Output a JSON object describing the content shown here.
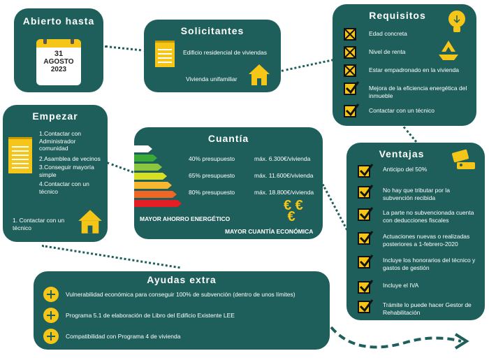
{
  "abierto": {
    "title": "Abierto hasta",
    "day": "31",
    "month": "AGOSTO",
    "year": "2023"
  },
  "solicitantes": {
    "title": "Solicitantes",
    "item1": "Edificio residencial de viviendas",
    "item2": "Vivienda unifamiliar"
  },
  "requisitos": {
    "title": "Requisitos",
    "items": [
      {
        "label": "Edad concreta",
        "state": "cross"
      },
      {
        "label": "Nivel de renta",
        "state": "cross"
      },
      {
        "label": "Estar empadronado en la vivienda",
        "state": "cross"
      },
      {
        "label": "Mejora de la eficiencia energética del inmueble",
        "state": "check"
      },
      {
        "label": "Contactar con un técnico",
        "state": "check"
      }
    ]
  },
  "empezar": {
    "title": "Empezar",
    "steps": [
      "1.Contactar con Administrador comunidad",
      "2.Asamblea de vecinos",
      "3.Conseguir mayoría simple",
      "4.Contactar con un técnico"
    ],
    "note": "1. Contactar con un técnico"
  },
  "cuantia": {
    "title": "Cuantía",
    "rows": [
      {
        "pct": "40% presupuesto",
        "max": "máx. 6.300€/vivienda"
      },
      {
        "pct": "65% presupuesto",
        "max": "máx. 11.600€/vivienda"
      },
      {
        "pct": "80% presupuesto",
        "max": "máx. 18.800€/vivienda"
      }
    ],
    "label1": "MAYOR AHORRO ENERGÉTICO",
    "label2": "MAYOR CUANTÍA ECONÓMICA",
    "bar_colors": [
      "#ffffff",
      "#3aa935",
      "#8cc63f",
      "#d7df23",
      "#f7b731",
      "#f26522",
      "#e31e24"
    ]
  },
  "ventajas": {
    "title": "Ventajas",
    "items": [
      "Anticipo del 50%",
      "No hay que tributar por la subvención recibida",
      "La parte no subvencionada cuenta con deducciones fiscales",
      "Actuaciones nuevas o realizadas posteriores a 1-febrero-2020",
      "Incluye los honorarios del técnico y gastos de gestión",
      "Incluye el IVA",
      "Trámite lo puede hacer Gestor de Rehabilitación"
    ]
  },
  "ayudas": {
    "title": "Ayudas extra",
    "items": [
      "Vulnerabilidad económica para conseguir 100% de subvención (dentro de unos límites)",
      "Programa 5.1 de elaboración de Libro del Edificio Existente LEE",
      "Compatibilidad con Programa 4 de vivienda"
    ]
  },
  "colors": {
    "teal": "#1e5f5b",
    "yellow": "#f5c518"
  }
}
